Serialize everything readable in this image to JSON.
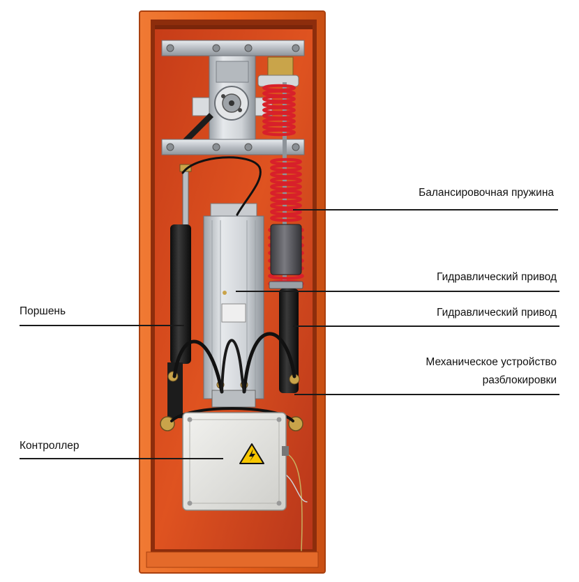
{
  "colors": {
    "housing": "#e8611c",
    "housing_dark": "#b9410c",
    "cavity": "#d6471c",
    "leader": "#1a1a1a",
    "spring": "#d8202a",
    "cylinder": "#1c1c1c",
    "metal": "#c9cdd2",
    "box": "#e3e3e0",
    "warning": "#f7c600"
  },
  "icons": [
    "warning-triangle-icon"
  ],
  "callouts": {
    "spring": "Балансировочная пружина",
    "drive_1": "Гидравлический привод",
    "drive_2": "Гидравлический привод",
    "piston": "Поршень",
    "unlock_line1": "Механическое устройство",
    "unlock_line2": "разблокировки",
    "controller": "Контроллер"
  }
}
